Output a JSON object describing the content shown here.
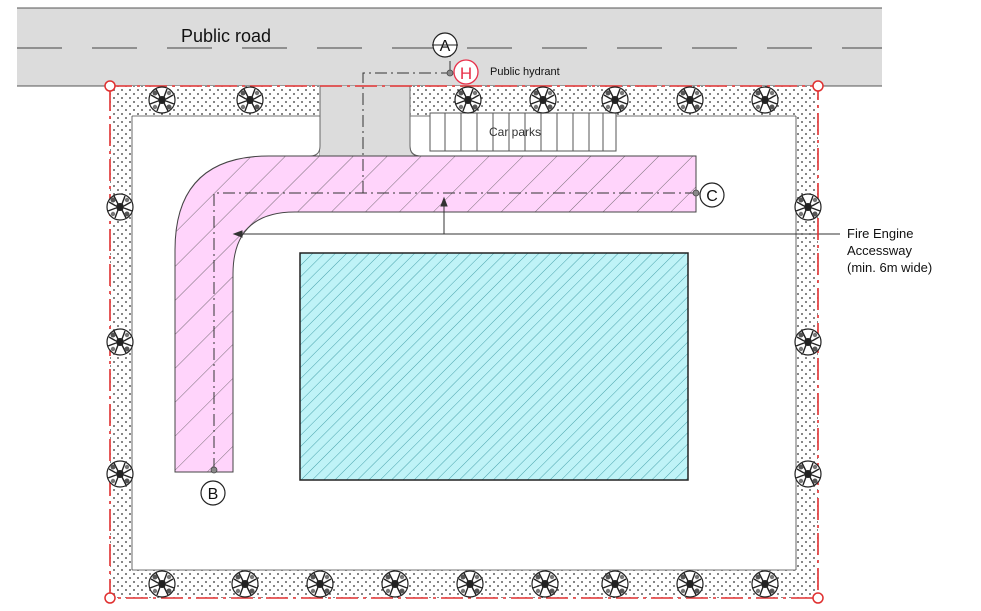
{
  "labels": {
    "road": "Public road",
    "hydrant": "Public hydrant",
    "car_parks": "Car parks",
    "fire_access_line1": "Fire Engine",
    "fire_access_line2": "Accessway",
    "fire_access_line3": "(min. 6m wide)"
  },
  "markers": {
    "a": "A",
    "b": "B",
    "c": "C",
    "h": "H"
  },
  "colors": {
    "road": "#dcdcdc",
    "driveway": "#dcdcdc",
    "fire_accessway": "#ffd4fb",
    "building": "#bff3f7",
    "boundary": "#e03030",
    "hydrant": "#e8304a"
  },
  "icons": {
    "tree": "tree-icon",
    "hydrant": "hydrant-icon"
  }
}
